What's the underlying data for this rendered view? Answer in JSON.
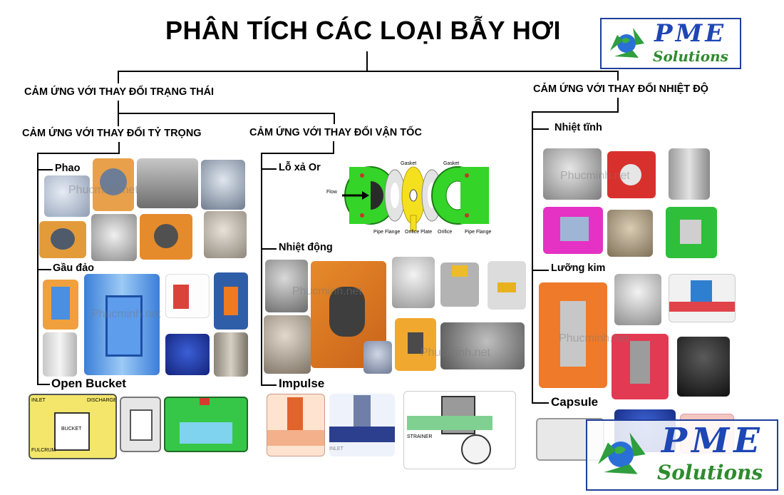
{
  "title": "PHÂN TÍCH CÁC LOẠI BẪY HƠI",
  "logo": {
    "main": "PME",
    "sub": "Solutions"
  },
  "watermark": "Phucminh.net",
  "categories": {
    "state_change": "CẢM ỨNG VỚI THAY ĐỔI TRẠNG THÁI",
    "temperature_change": "CẢM ỨNG VỚI THAY ĐỔI NHIỆT ĐỘ",
    "density_change": "CẢM ỨNG VỚI THAY ĐỔI TỶ TRỌNG",
    "velocity_change": "CẢM ỨNG VỚI THAY ĐỔI VẬN TỐC"
  },
  "types": {
    "float": "Phao",
    "inverted_bucket": "Gầu đảo",
    "open_bucket": "Open Bucket",
    "orifice": "Lỗ xả Orifice",
    "thermodynamic": "Nhiệt động",
    "impulse": "Impulse",
    "thermostatic": "Nhiệt tĩnh",
    "bimetallic": "Lưỡng kim",
    "capsule": "Capsule"
  },
  "orifice_diagram": {
    "flow": "Flow",
    "gasket_left": "Gasket",
    "gasket_right": "Gasket",
    "pipe_flange_left": "Pipe Flange",
    "orifice_plate": "Orifice Plate",
    "orifice": "Orifice",
    "pipe_flange_right": "Pipe Flange"
  },
  "open_bucket_diagram": {
    "inlet": "INLET",
    "discharge": "DISCHARGE",
    "bucket": "BUCKET",
    "fulcrum": "FULCRUM"
  },
  "impulse_diagram": {
    "inlet": "INLET",
    "strainer": "STRAINER"
  },
  "colors": {
    "title": "#000000",
    "logo_blue": "#1e46b4",
    "logo_green": "#2e8b2e",
    "orifice_green": "#34d428",
    "orifice_yellow": "#f5e01e"
  }
}
